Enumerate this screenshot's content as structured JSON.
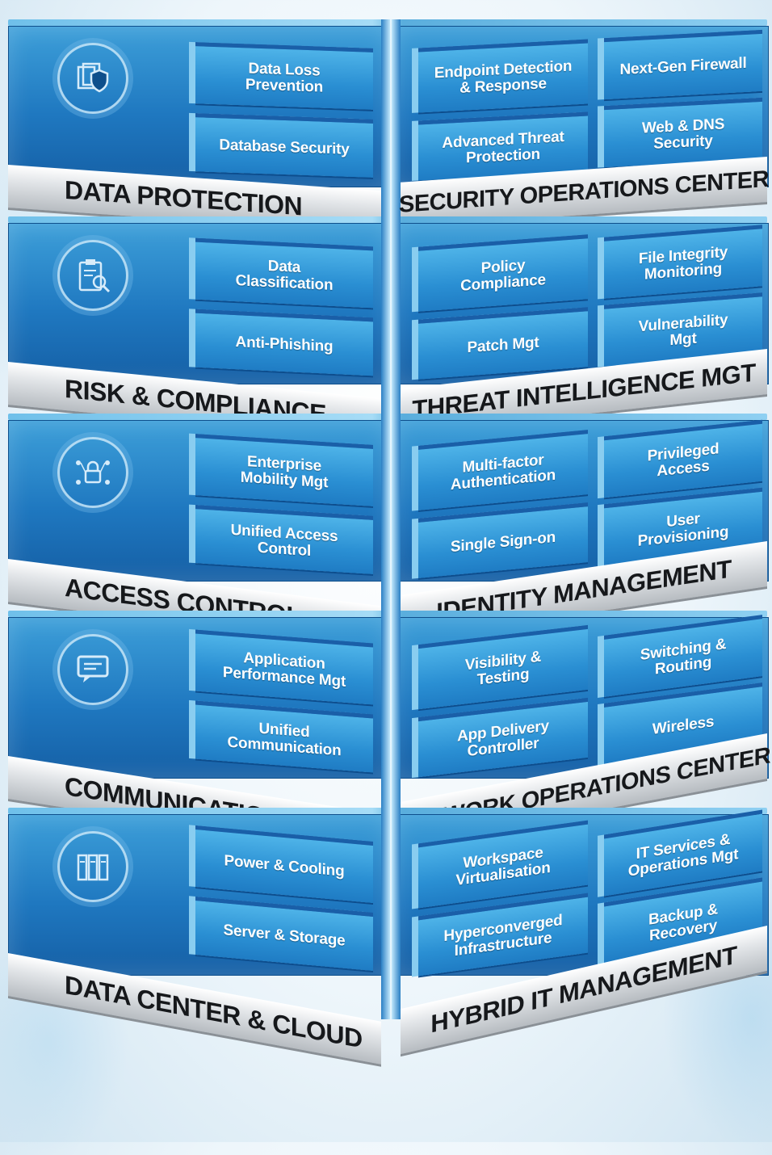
{
  "tiers": [
    {
      "left_title": "DATA PROTECTION",
      "right_title": "SECURITY OPERATIONS CENTER",
      "icon": "shield-documents-icon",
      "left_cells": [
        "Data Loss\nPrevention",
        "Database Security"
      ],
      "right_mid_cells": [
        "Endpoint Detection\n& Response",
        "Advanced Threat\nProtection"
      ],
      "right_cells": [
        "Next-Gen Firewall",
        "Web & DNS\nSecurity"
      ]
    },
    {
      "left_title": "RISK & COMPLIANCE",
      "right_title": "THREAT INTELLIGENCE MGT",
      "icon": "clipboard-magnifier-icon",
      "left_cells": [
        "Data\nClassification",
        "Anti-Phishing"
      ],
      "right_mid_cells": [
        "Policy\nCompliance",
        "Patch Mgt"
      ],
      "right_cells": [
        "File Integrity\nMonitoring",
        "Vulnerability\nMgt"
      ]
    },
    {
      "left_title": "ACCESS CONTROL",
      "right_title": "IDENTITY MANAGEMENT",
      "icon": "lock-network-icon",
      "left_cells": [
        "Enterprise\nMobility Mgt",
        "Unified Access\nControl"
      ],
      "right_mid_cells": [
        "Multi-factor\nAuthentication",
        "Single Sign-on"
      ],
      "right_cells": [
        "Privileged\nAccess",
        "User\nProvisioning"
      ]
    },
    {
      "left_title": "COMMUNICATION",
      "right_title": "NETWORK OPERATIONS CENTER",
      "icon": "chat-screen-icon",
      "left_cells": [
        "Application\nPerformance Mgt",
        "Unified\nCommunication"
      ],
      "right_mid_cells": [
        "Visibility &\nTesting",
        "App Delivery\nController"
      ],
      "right_cells": [
        "Switching &\nRouting",
        "Wireless"
      ]
    },
    {
      "left_title": "DATA CENTER & CLOUD",
      "right_title": "HYBRID IT MANAGEMENT",
      "icon": "server-rack-icon",
      "left_cells": [
        "Power & Cooling",
        "Server & Storage"
      ],
      "right_mid_cells": [
        "Workspace\nVirtualisation",
        "Hyperconverged\nInfrastructure"
      ],
      "right_cells": [
        "IT Services &\nOperations Mgt",
        "Backup &\nRecovery"
      ]
    }
  ],
  "colors": {
    "face": "#1f78c0",
    "cell": "#2a8fd3",
    "band": "#e3e6e9",
    "band_text": "#16181b"
  }
}
